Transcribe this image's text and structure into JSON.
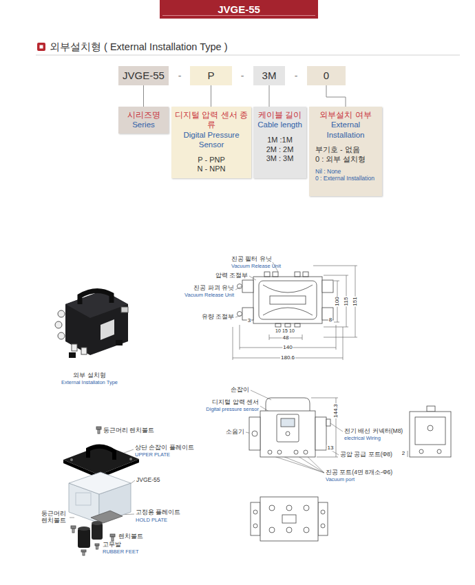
{
  "diagram": {
    "title": "JVGE-55",
    "nodes": [
      {
        "text": [
          "JVGE-55"
        ]
      },
      {
        "text": [
          "P"
        ]
      },
      {
        "text": [
          "3M"
        ]
      },
      {
        "text": [
          "0"
        ]
      },
      {
        "text": [
          "시리즈명",
          "Series"
        ]
      },
      {
        "text": [
          "디지털 압력 센서 종류",
          "Digital Pressure Sensor",
          "P - PNP",
          "N - NPN"
        ]
      },
      {
        "text": [
          "케이블 길이",
          "Cable length",
          "1M :1M",
          "2M : 2M",
          "3M : 3M"
        ]
      },
      {
        "text": [
          "외부설치 여부",
          "External Installation",
          "부기호 - 없음",
          "0 : 외부 설치형",
          "Nil : None",
          "0 : External Installation"
        ]
      }
    ],
    "edges": [
      {
        "from": 0,
        "to": 4,
        "arrow": "none"
      },
      {
        "from": 1,
        "to": 5,
        "arrow": "none"
      },
      {
        "from": 2,
        "to": 6,
        "arrow": "none"
      },
      {
        "from": 3,
        "to": 7,
        "arrow": "none"
      }
    ],
    "labels": [
      "외부설치형 ( External Installation Type )",
      "-",
      "-",
      "-",
      "진공 필터 유닛",
      "Vacuum Release Unit",
      "압력 조절부",
      "진공 파괴 유닛",
      "Vacuum Release Unit",
      "100",
      "115",
      "151",
      "유량 조절부",
      "3",
      "8",
      "10",
      "15",
      "10",
      "48",
      "140",
      "180.6",
      "외부 설치형",
      "External Installaton Type",
      "손잡이",
      "디지털 압력 센서",
      "Digital pressure sensor",
      "144.3",
      "소음기",
      "전기 배선 커넥터(M8)",
      "electrical Wiring",
      "13",
      "공압 공급 포트(Φ8)",
      "2",
      "진공 포트(4면 8개소-Φ6)",
      "Vacuum port",
      "둥근머리 렌치볼트",
      "상단 손잡이 플레이트",
      "UPPER PLATE",
      "JVGE-55",
      "둥근머리 렌치볼트",
      "고정용 플레이트",
      "HOLD PLATE",
      "렌치볼트",
      "고무발",
      "RUBBER FEET"
    ]
  }
}
